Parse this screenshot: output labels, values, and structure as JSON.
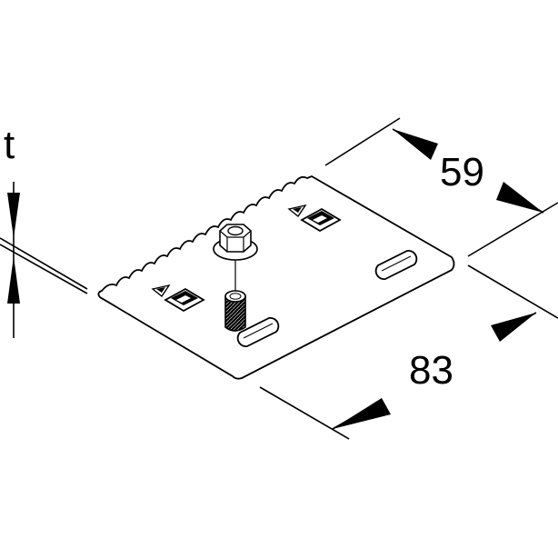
{
  "drawing": {
    "thickness_label": "t",
    "width_label": "59",
    "length_label": "83",
    "line_color": "#000000",
    "background": "#ffffff",
    "fill_color": "#ffffff"
  }
}
